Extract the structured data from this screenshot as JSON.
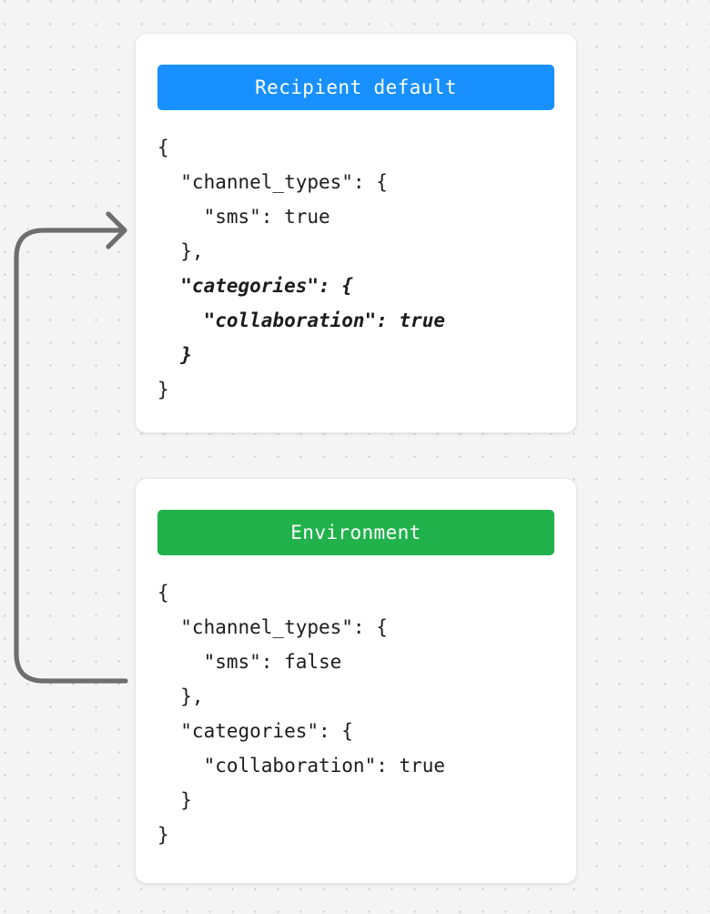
{
  "canvas": {
    "background_color": "#f4f4f4",
    "dot_color": "#c9c9c9"
  },
  "connector": {
    "name": "flow-arrow",
    "color": "#6e6e6e",
    "direction": "right",
    "description": "elbow arrow from environment card up to recipient default card"
  },
  "cards": [
    {
      "id": "recipient-default",
      "header_label": "Recipient default",
      "header_color": "#1890ff",
      "json_lines": [
        {
          "text": "{",
          "emphasis": false
        },
        {
          "text": "  \"channel_types\": {",
          "emphasis": false
        },
        {
          "text": "    \"sms\": true",
          "emphasis": false
        },
        {
          "text": "  },",
          "emphasis": false
        },
        {
          "text": "  \"categories\": {",
          "emphasis": true
        },
        {
          "text": "    \"collaboration\": true",
          "emphasis": true
        },
        {
          "text": "  }",
          "emphasis": true
        },
        {
          "text": "}",
          "emphasis": false
        }
      ]
    },
    {
      "id": "environment",
      "header_label": "Environment",
      "header_color": "#21b24b",
      "json_lines": [
        {
          "text": "{",
          "emphasis": false
        },
        {
          "text": "  \"channel_types\": {",
          "emphasis": false
        },
        {
          "text": "    \"sms\": false",
          "emphasis": false
        },
        {
          "text": "  },",
          "emphasis": false
        },
        {
          "text": "  \"categories\": {",
          "emphasis": false
        },
        {
          "text": "    \"collaboration\": true",
          "emphasis": false
        },
        {
          "text": "  }",
          "emphasis": false
        },
        {
          "text": "}",
          "emphasis": false
        }
      ]
    }
  ]
}
